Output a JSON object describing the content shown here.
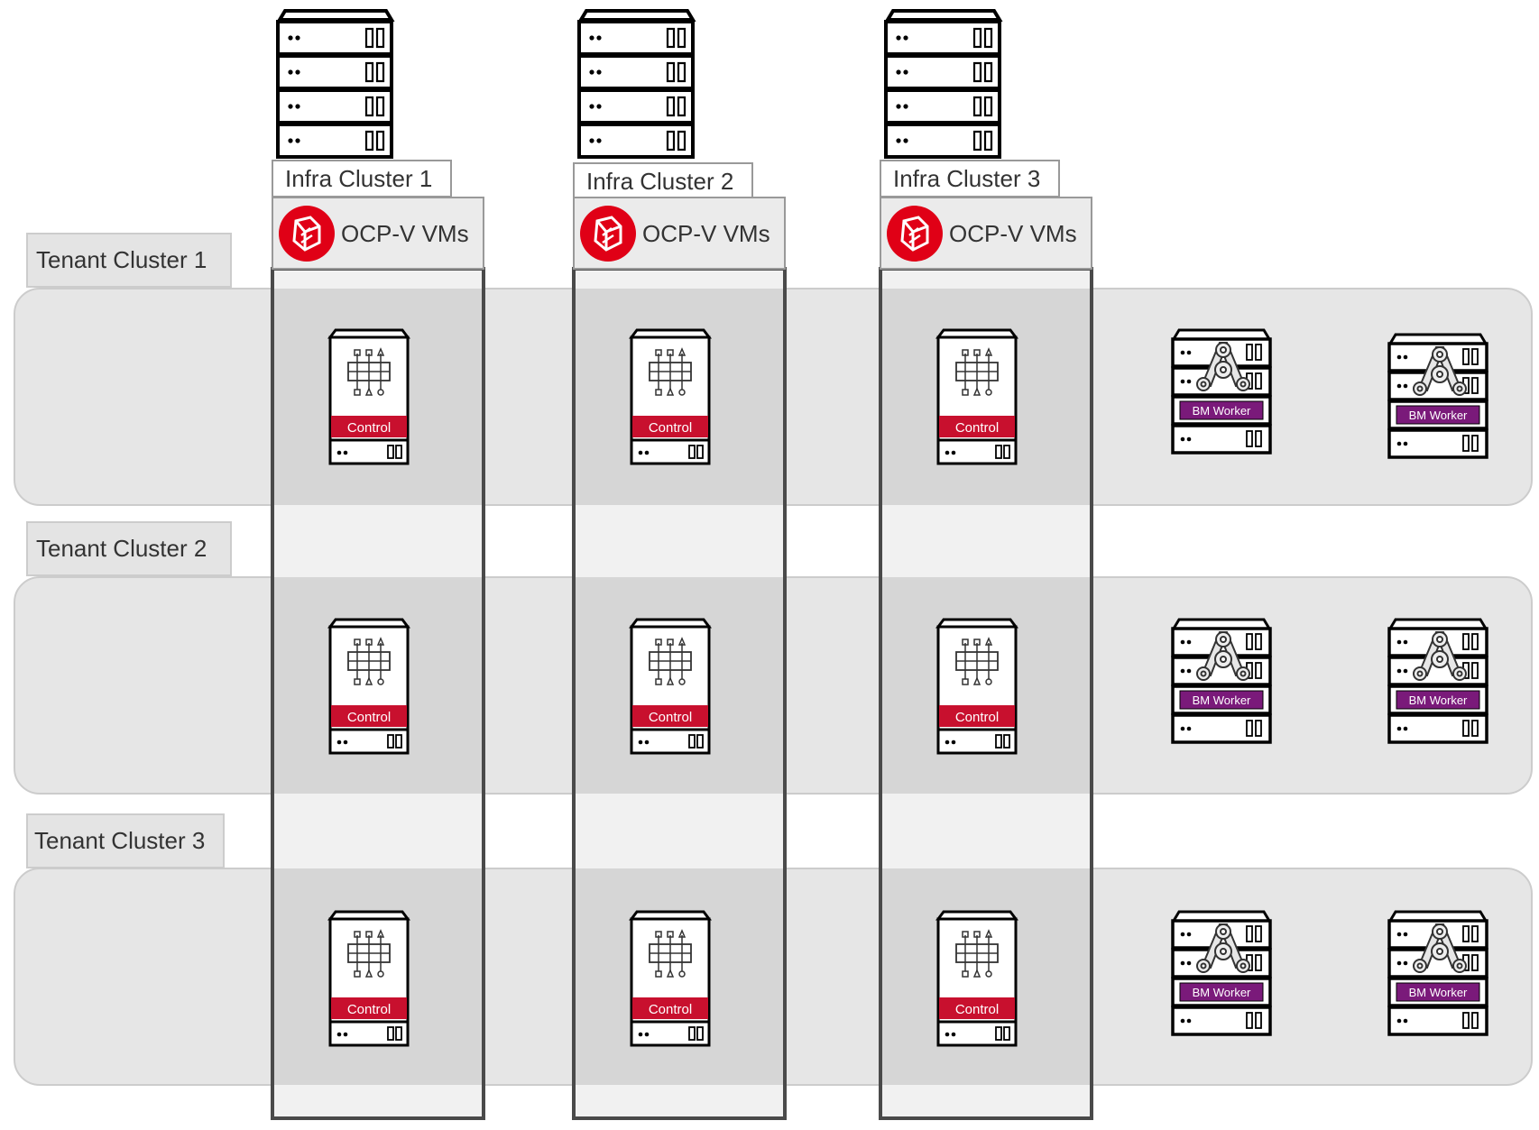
{
  "infra_clusters": [
    {
      "name": "Infra Cluster 1",
      "vm_label": "OCP-V VMs"
    },
    {
      "name": "Infra Cluster 2",
      "vm_label": "OCP-V VMs"
    },
    {
      "name": "Infra Cluster 3",
      "vm_label": "OCP-V VMs"
    }
  ],
  "tenant_clusters": [
    {
      "name": "Tenant Cluster 1"
    },
    {
      "name": "Tenant Cluster 2"
    },
    {
      "name": "Tenant Cluster 3"
    }
  ],
  "node_labels": {
    "control": "Control",
    "worker": "BM Worker"
  },
  "icons": {
    "server_rack": "server-rack-icon",
    "virtualization": "openshift-virtualization-icon",
    "control_node": "control-plane-node-icon",
    "worker_node": "bare-metal-worker-icon"
  },
  "colors": {
    "control_red": "#c8102e",
    "worker_purple": "#7a1a7a",
    "band_gray": "#e6e6e6",
    "column_gray": "#d6d6d6",
    "logo_red": "#e00016"
  }
}
